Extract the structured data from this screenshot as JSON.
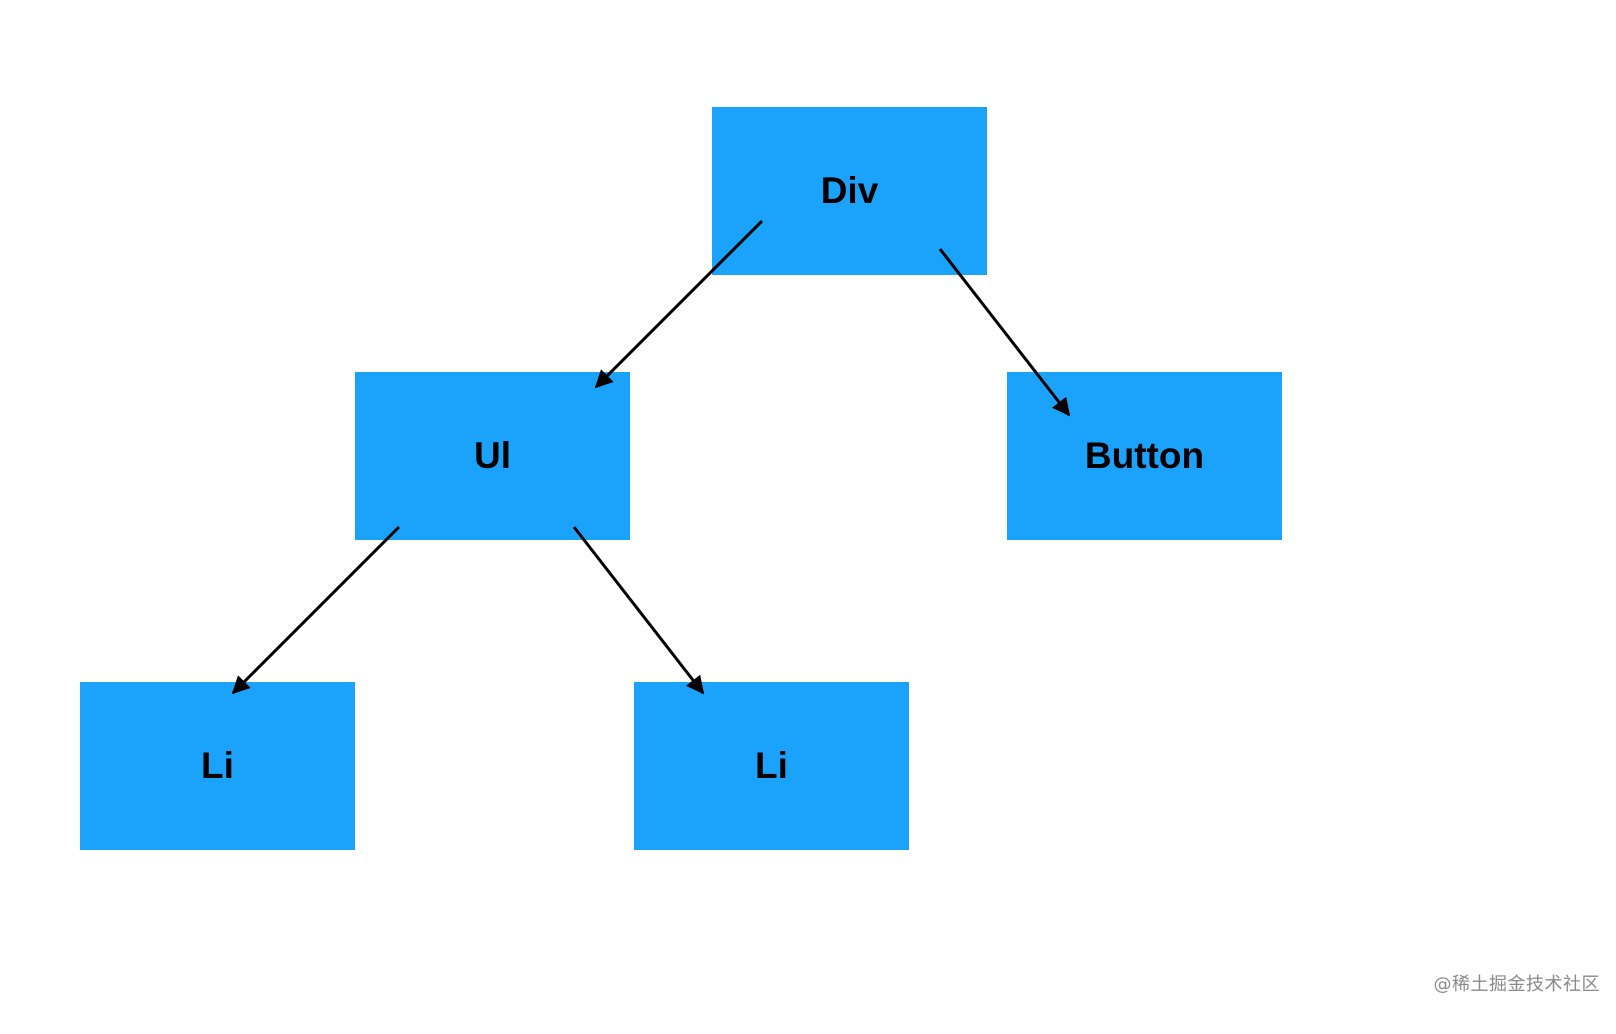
{
  "diagram": {
    "node_color": "#1ba3fc",
    "edge_color": "#000000",
    "nodes": {
      "div": {
        "label": "Div"
      },
      "ul": {
        "label": "Ul"
      },
      "button": {
        "label": "Button"
      },
      "li_1": {
        "label": "Li"
      },
      "li_2": {
        "label": "Li"
      }
    },
    "edges": [
      {
        "from": "Div",
        "to": "Ul"
      },
      {
        "from": "Div",
        "to": "Button"
      },
      {
        "from": "Ul",
        "to": "Li"
      },
      {
        "from": "Ul",
        "to": "Li"
      }
    ]
  },
  "watermark": {
    "text": "@稀土掘金技术社区"
  }
}
